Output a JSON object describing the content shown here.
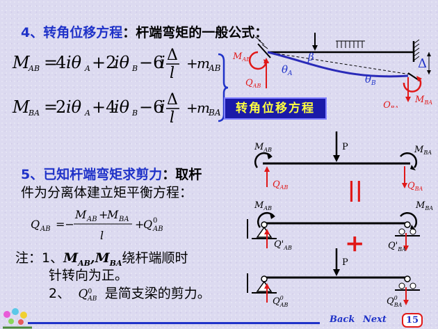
{
  "slide": {
    "heading4_num": "4、",
    "heading4_title": "转角位移方程",
    "heading4_rest": "：杆端弯矩的一般公式：",
    "badge": "转角位移方程",
    "heading5_num": "5、",
    "heading5_title": "已知杆端弯矩求剪力",
    "heading5_rest": "：取杆",
    "heading5_line2": "件为分离体建立矩平衡方程：",
    "note_prefix": "注：1、",
    "note1_rest": "绕杆端顺时",
    "note1_line2": "针转向为正。",
    "note2_prefix": "2、",
    "note2_rest": "是简支梁的剪力。",
    "nav_back": "Back",
    "nav_next": "Next",
    "page_number": "15"
  },
  "labels": {
    "MAB": "M",
    "MAB_sub": "AB",
    "MBA": "M",
    "MBA_sub": "BA",
    "QAB": "Q",
    "QAB_sub": "AB",
    "QBA": "Q",
    "QBA_sub": "BA",
    "thetaA": "θ",
    "thetaA_sub": "A",
    "thetaB": "θ",
    "thetaB_sub": "B",
    "beta": "β",
    "Delta": "Δ",
    "P": "P",
    "equals": "||",
    "plus": "+"
  },
  "colors": {
    "blue": "#1f32c8",
    "red": "#e01818",
    "badge_bg": "#1a1aa8",
    "badge_fg": "#ffff40",
    "curve": "#2a2ab8"
  }
}
